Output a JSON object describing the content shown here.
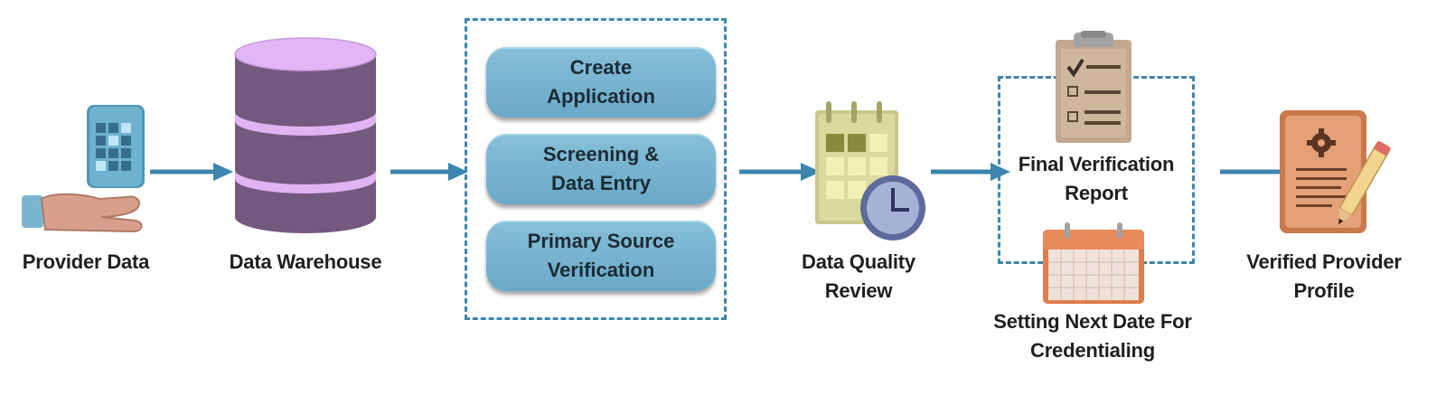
{
  "nodes": {
    "provider_data": "Provider Data",
    "data_warehouse": "Data Warehouse",
    "data_quality_review": [
      "Data Quality",
      "Review"
    ],
    "final_verification_report": [
      "Final Verification",
      "Report"
    ],
    "setting_next_date": [
      "Setting Next Date For",
      "Credentialing"
    ],
    "verified_provider_profile": [
      "Verified Provider",
      "Profile"
    ]
  },
  "process_steps": [
    [
      "Create",
      "Application"
    ],
    [
      "Screening &",
      "Data Entry"
    ],
    [
      "Primary Source",
      "Verification"
    ]
  ],
  "colors": {
    "arrow": "#3c86ad",
    "dashed_border": "#3f86a8",
    "step_fill": "#74b1cf",
    "database_top": "#e2b6f5",
    "database_body": "#74597f"
  },
  "icons": [
    "hand-tablet-icon",
    "database-icon",
    "calendar-clock-icon",
    "clipboard-checklist-icon",
    "calendar-icon",
    "certificate-pencil-icon"
  ]
}
